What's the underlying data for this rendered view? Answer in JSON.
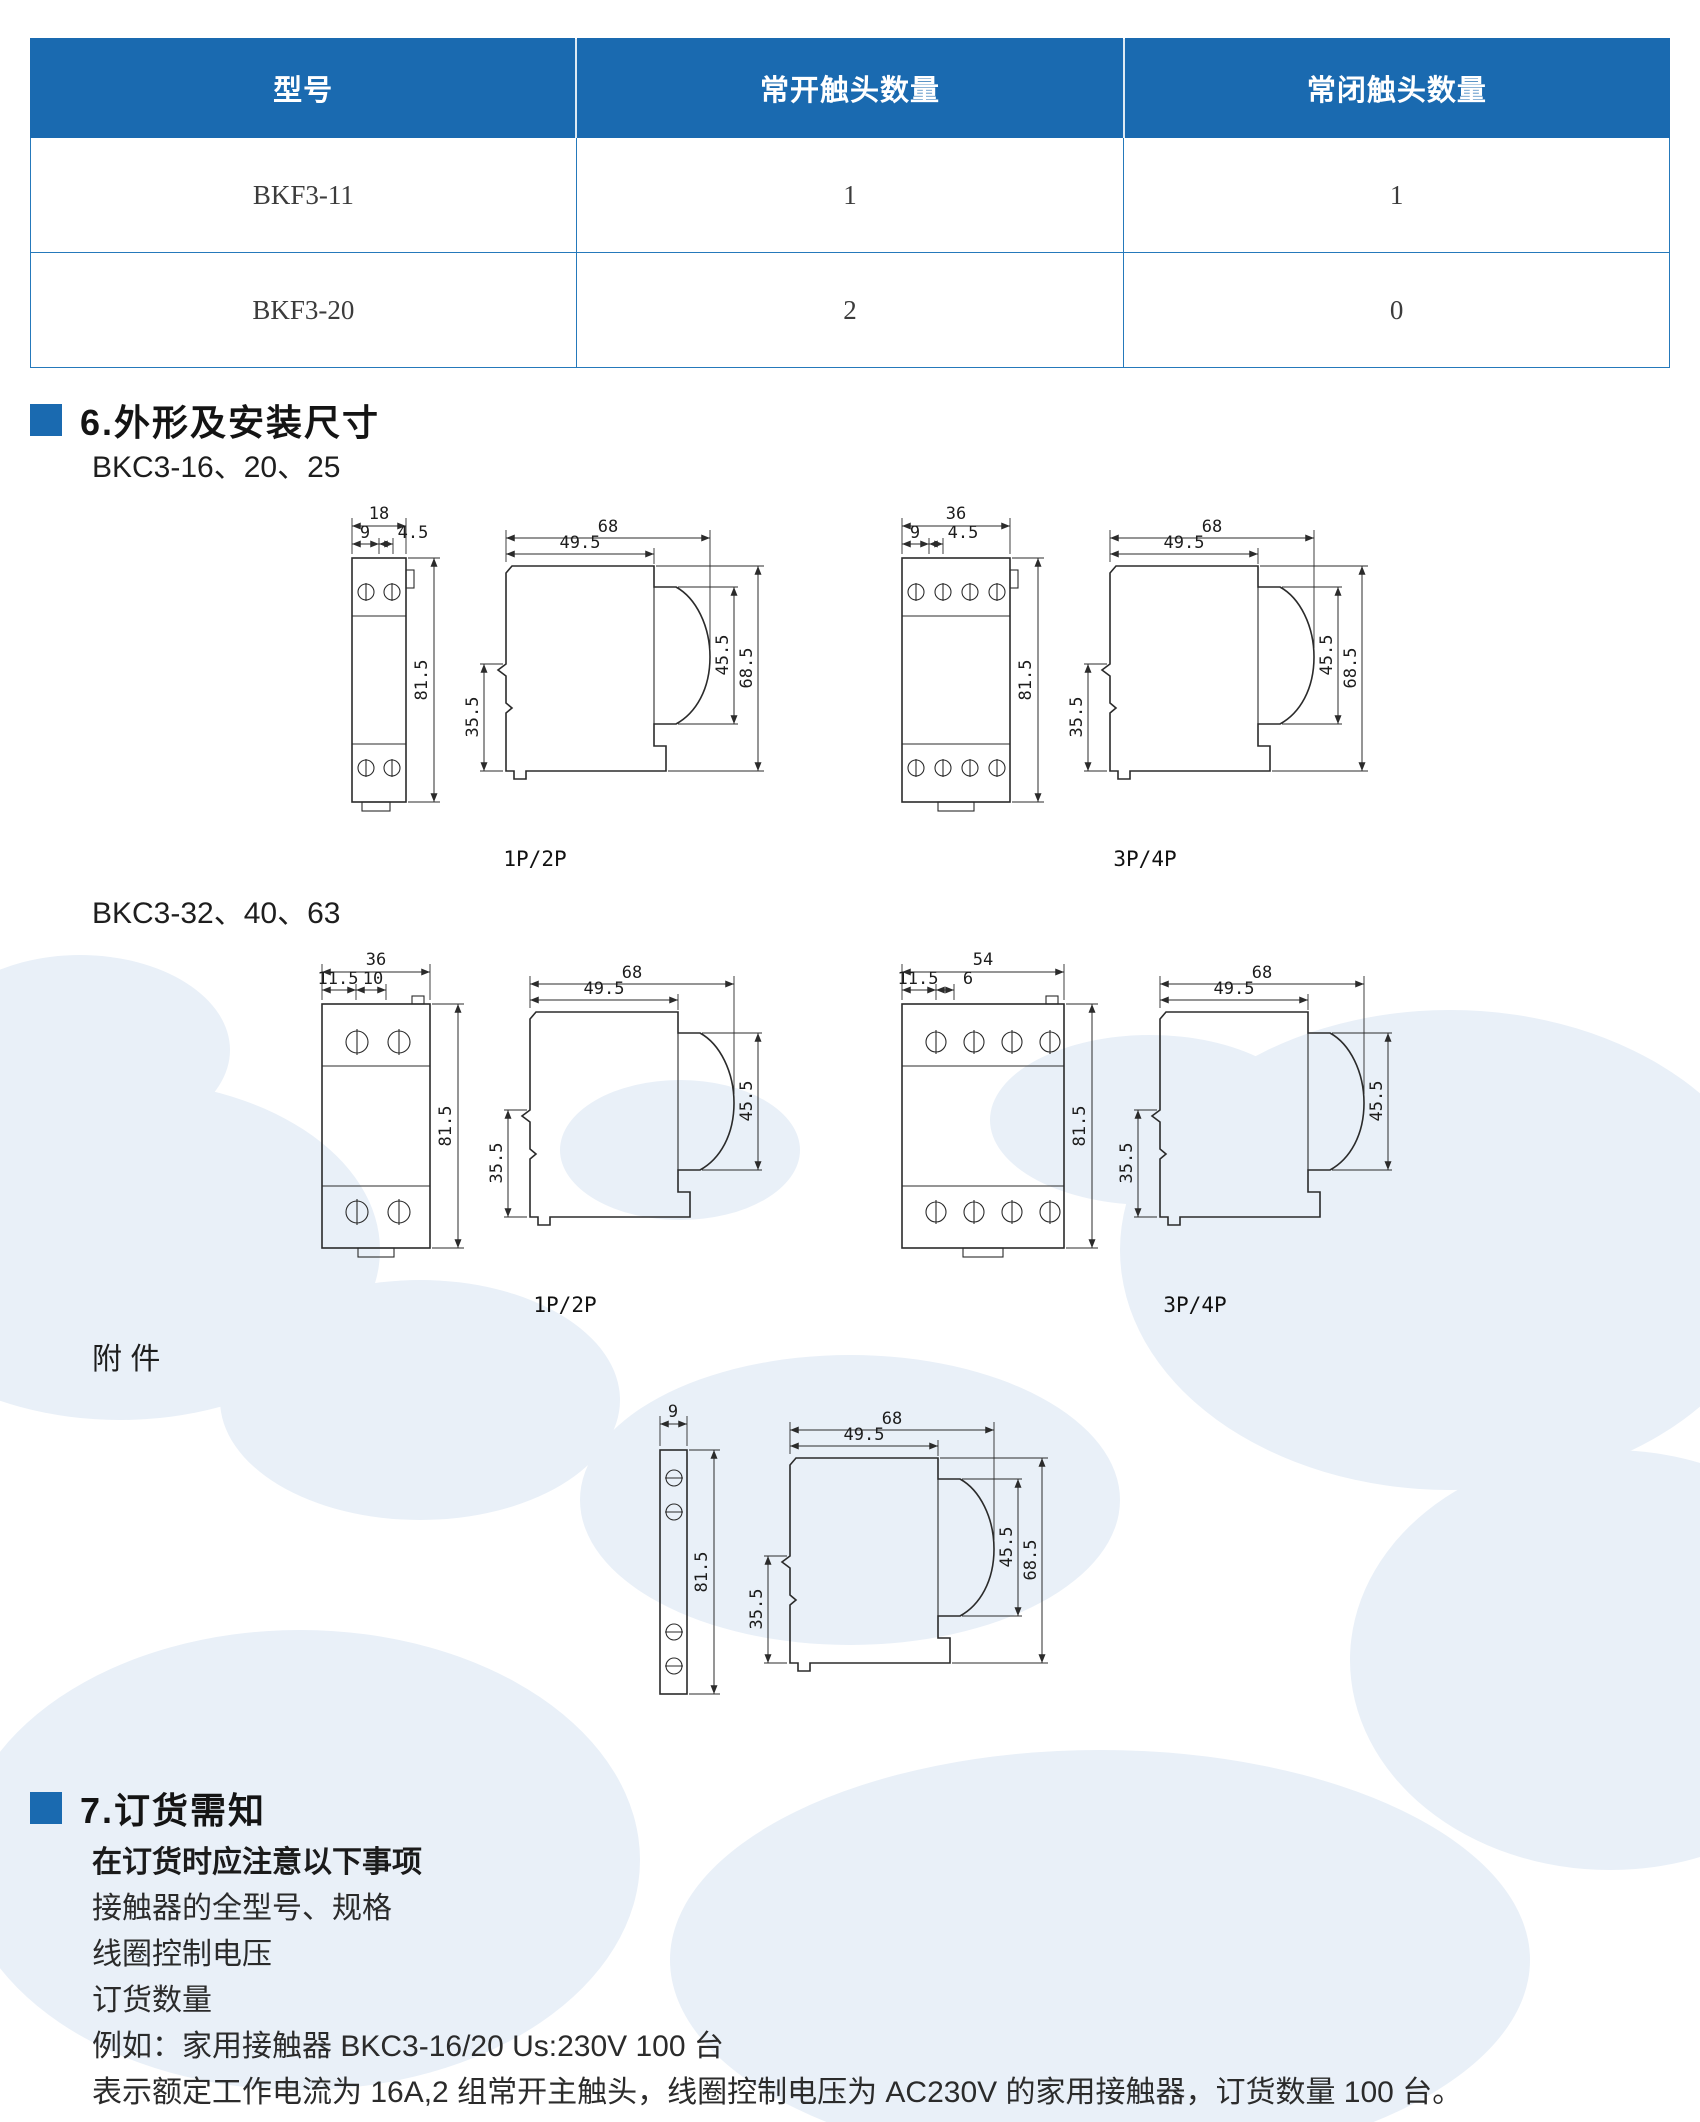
{
  "table": {
    "headers": [
      "型号",
      "常开触头数量",
      "常闭触头数量"
    ],
    "rows": [
      [
        "BKF3-11",
        "1",
        "1"
      ],
      [
        "BKF3-20",
        "2",
        "0"
      ]
    ]
  },
  "section6": {
    "title": "6.外形及安装尺寸",
    "models1": "BKC3-16、20、25",
    "models2": "BKC3-32、40、63",
    "attachment": "附 件"
  },
  "figs": {
    "f1a": {
      "caption": "1P/2P",
      "front_w": "18",
      "front_a": "9",
      "front_b": "4.5",
      "front_h": "81.5",
      "side_w": "68",
      "side_w2": "49.5",
      "side_left": "35.5",
      "side_inner": "45.5",
      "side_h": "68.5"
    },
    "f1b": {
      "caption": "3P/4P",
      "front_w": "36",
      "front_a": "9",
      "front_b": "4.5",
      "front_h": "81.5",
      "side_w": "68",
      "side_w2": "49.5",
      "side_left": "35.5",
      "side_inner": "45.5",
      "side_h": "68.5"
    },
    "f2a": {
      "caption": "1P/2P",
      "front_w": "36",
      "front_a": "11.5",
      "front_b": "10",
      "front_h": "81.5",
      "side_w": "68",
      "side_w2": "49.5",
      "side_left": "35.5",
      "side_inner": "45.5"
    },
    "f2b": {
      "caption": "3P/4P",
      "front_w": "54",
      "front_a": "11.5",
      "front_b": "6",
      "front_h": "81.5",
      "side_w": "68",
      "side_w2": "49.5",
      "side_left": "35.5",
      "side_inner": "45.5"
    },
    "f3": {
      "front_w": "9",
      "front_h": "81.5",
      "side_w": "68",
      "side_w2": "49.5",
      "side_left": "35.5",
      "side_inner": "45.5",
      "side_h": "68.5"
    }
  },
  "section7": {
    "title": "7.订货需知",
    "intro": "在订货时应注意以下事项",
    "lines": [
      "接触器的全型号、规格",
      "线圈控制电压",
      "订货数量",
      "例如：家用接触器 BKC3-16/20  Us:230V  100 台",
      "表示额定工作电流为 16A,2 组常开主触头，线圈控制电压为 AC230V 的家用接触器，订货数量 100 台。"
    ]
  }
}
